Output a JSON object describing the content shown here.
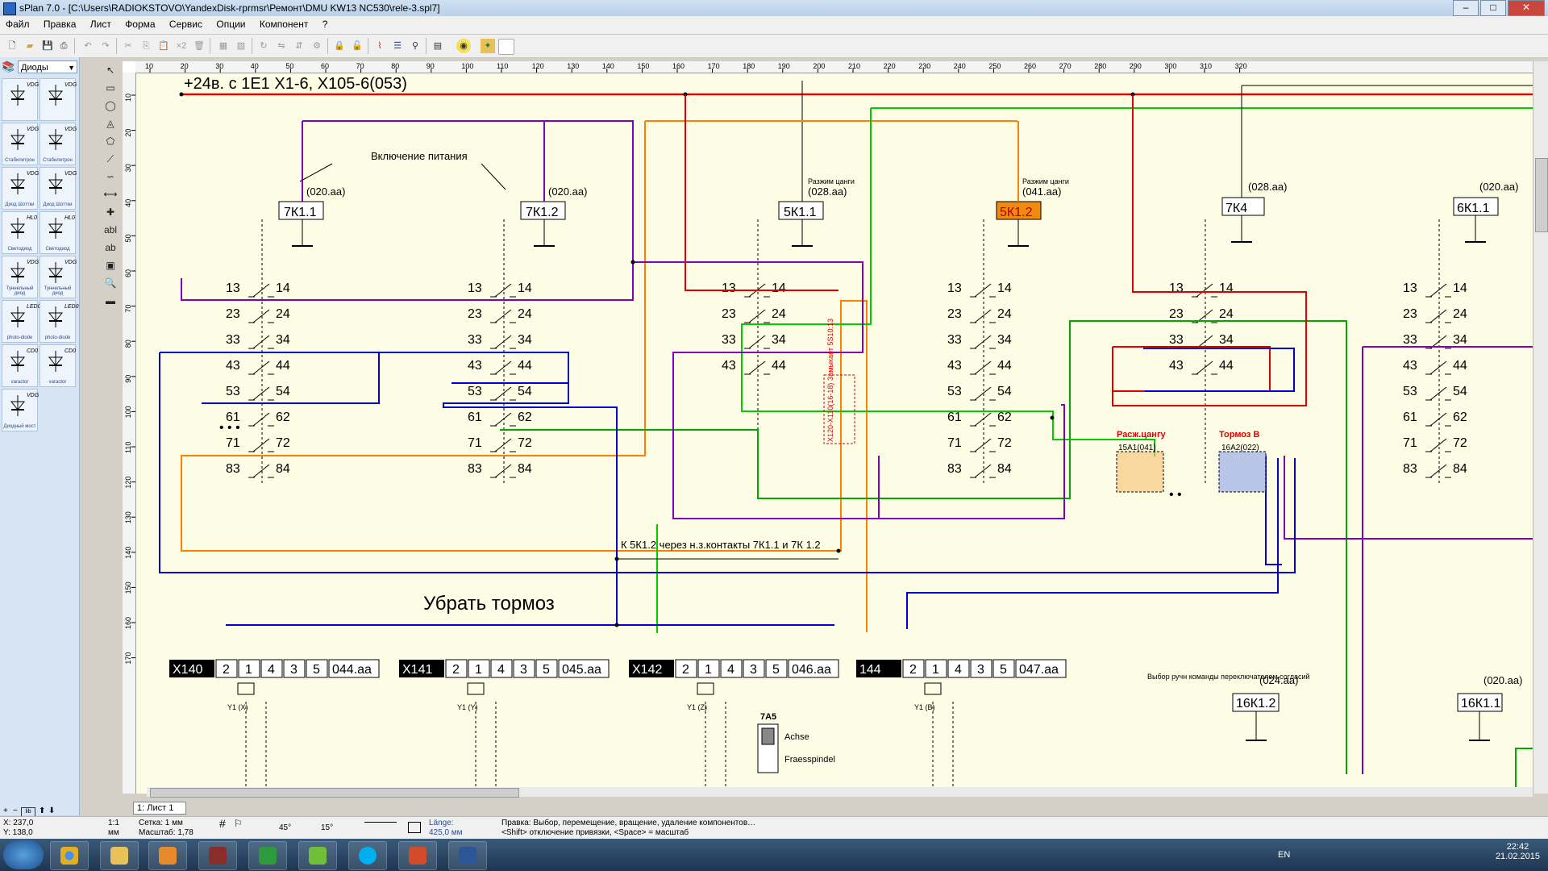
{
  "window": {
    "title": "sPlan 7.0 - [C:\\Users\\RADIOKSTOVO\\YandexDisk-rprmsr\\Ремонт\\DMU KW13 NC530\\rele-3.spl7]"
  },
  "menu": [
    "Файл",
    "Правка",
    "Лист",
    "Форма",
    "Сервис",
    "Опции",
    "Компонент",
    "?"
  ],
  "library": {
    "selected": "Диоды",
    "items": [
      {
        "sub": "VDG",
        "caption": ""
      },
      {
        "sub": "VDG",
        "caption": ""
      },
      {
        "sub": "VDG",
        "caption": "Стабилитрон"
      },
      {
        "sub": "VDG",
        "caption": "Стабилитрон"
      },
      {
        "sub": "VDG",
        "caption": "Диод Шоттки"
      },
      {
        "sub": "VDG",
        "caption": "Диод Шоттки"
      },
      {
        "sub": "HL0",
        "caption": "Светодиод"
      },
      {
        "sub": "HL0",
        "caption": "Светодиод"
      },
      {
        "sub": "VDG",
        "caption": "Туннельный диод"
      },
      {
        "sub": "VDG",
        "caption": "Туннельный диод"
      },
      {
        "sub": "LED0",
        "caption": "photo-diode"
      },
      {
        "sub": "LED0",
        "caption": "photo-diode"
      },
      {
        "sub": "CD0",
        "caption": "varactor"
      },
      {
        "sub": "CD0",
        "caption": "varactor"
      },
      {
        "sub": "VDG",
        "caption": "Диодный мост"
      }
    ]
  },
  "ruler": {
    "top": [
      "10",
      "20",
      "30",
      "40",
      "50",
      "60",
      "70",
      "80",
      "90",
      "100",
      "110",
      "120",
      "130",
      "140",
      "150",
      "160",
      "170",
      "180",
      "190",
      "200",
      "210",
      "220",
      "230",
      "240",
      "250",
      "260",
      "270",
      "280",
      "290",
      "300",
      "310",
      "320"
    ],
    "left": [
      "10",
      "20",
      "30",
      "40",
      "50",
      "60",
      "70",
      "80",
      "90",
      "100",
      "110",
      "120",
      "130",
      "140",
      "150",
      "160",
      "170"
    ],
    "unit": "мм"
  },
  "schematic": {
    "header": "+24в. с 1E1 X1-6, X105-6(053)",
    "power_label": "Включение питания",
    "remove_brake": "Убрать тормоз",
    "note_5k12": "К 5К1.2 через н.з.контакты 7К1.1 и 7К 1.2",
    "note_clamp": "Разжим цанги",
    "vertical_note": "X120-X110(16-18) Замыкает 5S10:13",
    "blocks": {
      "relays": [
        "7К1.1",
        "7К1.2",
        "5К1.1",
        "5К1.2",
        "7К4",
        "6К1.1",
        "16К1.2",
        "16К1.1"
      ],
      "refs": [
        "(020.аа)",
        "(020.аа)",
        "(028.аа)",
        "(041.аа)",
        "(028.аа)",
        "(020.аа)",
        "(024.аа)",
        "(020.аа)"
      ]
    },
    "contacts_left": [
      "13",
      "23",
      "33",
      "43",
      "53",
      "61",
      "71",
      "83"
    ],
    "contacts_right": [
      "14",
      "24",
      "34",
      "44",
      "54",
      "62",
      "72",
      "84"
    ],
    "valves": [
      {
        "name": "Расж.цангу",
        "ref": "15А1(041)"
      },
      {
        "name": "Тормоз В",
        "ref": "16А2(022)"
      }
    ],
    "connectors": [
      {
        "name": "X140",
        "ref": "044.аа"
      },
      {
        "name": "X141",
        "ref": "045.аа"
      },
      {
        "name": "X142",
        "ref": "046.аа"
      },
      {
        "name": "144",
        "ref": "047.аа"
      }
    ],
    "pins": [
      "2",
      "1",
      "4",
      "3",
      "5"
    ],
    "y_labels": [
      "Y1 (X)",
      "Y1 (Y)",
      "Y1 (Z)",
      "Y1 (B)"
    ],
    "axis_box": {
      "title": "7А5",
      "line1": "Achse",
      "line2": "Fraesspindel"
    },
    "manual_note": "Выбор ручн команды переключателем согласий"
  },
  "sheet_tab": "1: Лист 1",
  "status": {
    "coords": "X: 237,0\nY: 138,0",
    "scale": "1:1\nмм",
    "grid": "Сетка: 1 мм\nМасштаб: 1,78",
    "angle1": "45°",
    "angle2": "15°",
    "length": "Länge:\n425,0 мм",
    "hint": "Правка: Выбор, перемещение, вращение, удаление компонентов…\n<Shift> отключение привязки, <Space> = масштаб"
  },
  "taskbar": {
    "lang": "EN",
    "time": "22:42",
    "date": "21.02.2015"
  }
}
